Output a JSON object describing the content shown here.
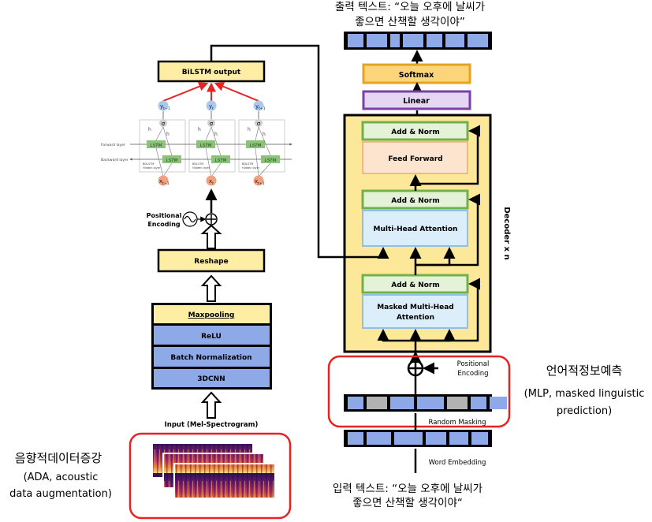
{
  "output_text": {
    "line1": "출력 텍스트: “오늘 오후에 날씨가",
    "line2": "좋으면 산책할 생각이야”"
  },
  "input_text": {
    "line1": "입력 텍스트: “오늘 오후에 날씨가",
    "line2": "좋으면 산책할 생각이야“"
  },
  "decoder": {
    "softmax": "Softmax",
    "linear": "Linear",
    "add_norm": "Add & Norm",
    "feed_forward": "Feed Forward",
    "multi_head_attention": "Multi-Head Attention",
    "masked_attention_line1": "Masked Multi-Head",
    "masked_attention_line2": "Attention",
    "side_label": "Decoder x n",
    "positional_encoding_line1": "Positional",
    "positional_encoding_line2": "Encoding",
    "random_masking": "Random Masking",
    "word_embedding": "Word Embedding"
  },
  "mlp_annotation": {
    "title": "언어적정보예측",
    "line1": "(MLP, masked linguistic",
    "line2": "prediction)"
  },
  "encoder": {
    "bilstm_output": "BiLSTM output",
    "reshape": "Reshape",
    "maxpooling": "Maxpooling",
    "relu": "ReLU",
    "batch_norm": "Batch Normalization",
    "conv": "3DCNN",
    "input_label": "Input (Mel-Spectrogram)",
    "positional_encoding_line1": "Positional",
    "positional_encoding_line2": "Encoding"
  },
  "lstm": {
    "y_left": "y",
    "y_left_sub": "t−1",
    "y_mid": "y",
    "y_mid_sub": "t",
    "y_right": "y",
    "y_right_sub": "t+1",
    "x_left": "x",
    "x_left_sub": "t−1",
    "x_mid": "x",
    "x_mid_sub": "t",
    "x_right": "x",
    "x_right_sub": "t+1",
    "sigma": "σ",
    "cell": "LSTM",
    "forward_layer": "Forward layer",
    "backward_layer": "Backward layer",
    "bidi_label_line1": "BDLSTM",
    "bidi_label_line2": "Hidden layer",
    "h_fwd": "h",
    "h_bwd": "h"
  },
  "ada_annotation": {
    "title": "음향적데이터증강",
    "line1": "(ADA, acoustic",
    "line2": "data augmentation)"
  },
  "colors": {
    "yellow_box": "#fdeea3",
    "blue_box": "#8ea9e8",
    "decoder_bg": "#fde89a",
    "add_norm_fill": "#e4f2d7",
    "add_norm_border": "#6fb24a",
    "attention_fill": "#ddeefb",
    "attention_border": "#8fc0ea",
    "ff_fill": "#fde4cf",
    "ff_border": "#f3b78a",
    "linear_fill": "#e5d6f3",
    "linear_border": "#7b3fa8",
    "softmax_fill": "#fcd57a",
    "softmax_border": "#e6a321",
    "token_gray": "#b3b3b3",
    "red_annotation": "#e52322",
    "lstm_green": "#8bc37a"
  },
  "masking_pattern": [
    false,
    true,
    false,
    false,
    true,
    false,
    false
  ]
}
